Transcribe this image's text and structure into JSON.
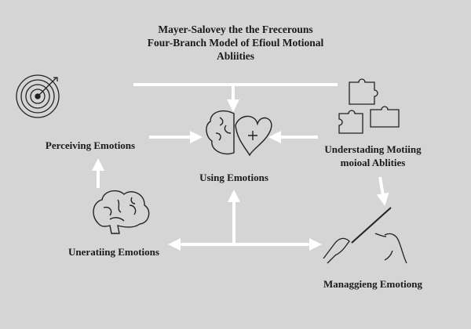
{
  "title": [
    "Mayer-Salovey the the Frecerouns",
    "Four-Branch Model of  Efioul Motional",
    "Abliities"
  ],
  "nodes": {
    "perceiving": "Perceiving Emotions",
    "using": "Using Emotions",
    "understanding": [
      "Understading Motiing",
      "moioal Ablities"
    ],
    "generating": "Uneratiing Emotions",
    "managing": "Managgieng Emotiong"
  },
  "colors": {
    "background": "#d5d5d5",
    "arrow": "#ffffff",
    "text": "#1a1a1a"
  }
}
